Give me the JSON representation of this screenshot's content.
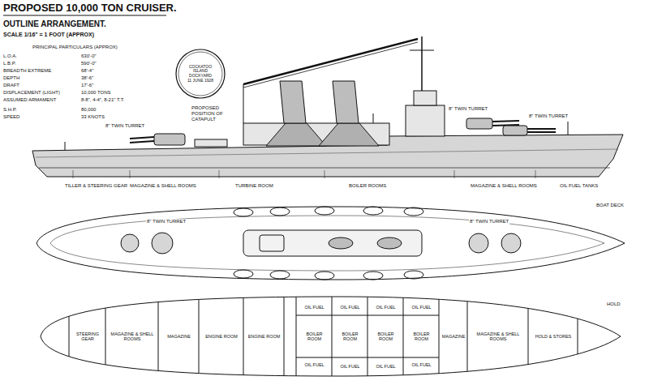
{
  "diagram": {
    "title": "PROPOSED 10,000 TON CRUISER.",
    "nodes": [
      {
        "text": [
          "COCKATOO ISLAND DOCKYARD",
          "11 JUNE 1928"
        ]
      },
      {
        "text": [
          "STEERING GEAR"
        ]
      },
      {
        "text": [
          "MAGAZINE & SHELL ROOMS"
        ]
      },
      {
        "text": [
          "MAGAZINE"
        ]
      },
      {
        "text": [
          "ENGINE ROOM"
        ]
      },
      {
        "text": [
          "ENGINE ROOM"
        ]
      },
      {
        "text": [
          "OIL FUEL"
        ]
      },
      {
        "text": [
          "OIL FUEL"
        ]
      },
      {
        "text": [
          "OIL FUEL"
        ]
      },
      {
        "text": [
          "OIL FUEL"
        ]
      },
      {
        "text": [
          "BOILER ROOM"
        ]
      },
      {
        "text": [
          "BOILER ROOM"
        ]
      },
      {
        "text": [
          "BOILER ROOM"
        ]
      },
      {
        "text": [
          "BOILER ROOM"
        ]
      },
      {
        "text": [
          "OIL FUEL"
        ]
      },
      {
        "text": [
          "OIL FUEL"
        ]
      },
      {
        "text": [
          "OIL FUEL"
        ]
      },
      {
        "text": [
          "OIL FUEL"
        ]
      },
      {
        "text": [
          "MAGAZINE"
        ]
      },
      {
        "text": [
          "MAGAZINE & SHELL ROOMS"
        ]
      },
      {
        "text": [
          "HOLD & STORES"
        ]
      }
    ],
    "labels": [
      "OUTLINE ARRANGEMENT.",
      "SCALE 1/16\" = 1 FOOT (APPROX)",
      "PRINCIPAL PARTICULARS (APPROX)",
      "L.O.A.",
      "630'-0\"",
      "L.B.P.",
      "590'-0\"",
      "BREADTH EXTREME",
      "68'-4\"",
      "DEPTH",
      "38'-6\"",
      "DRAFT",
      "17'-6\"",
      "DISPLACEMENT (LIGHT)",
      "10,000 TONS",
      "ASSUMED ARMAMENT",
      "8-8\", 4-4\", 8-21\" T.T.",
      "S.H.P.",
      "80,000",
      "SPEED",
      "33 KNOTS",
      "8\" TWIN TURRET",
      "PROPOSED POSITION OF CATAPULT",
      "8\" TWIN TURRET",
      "8\" TWIN TURRET",
      "TILLER & STEERING GEAR",
      "MAGAZINE & SHELL ROOMS",
      "TURBINE ROOM",
      "BOILER ROOMS",
      "MAGAZINE & SHELL ROOMS",
      "OIL FUEL TANKS",
      "BOAT DECK",
      "8\" TWIN TURRET",
      "8\" TWIN TURRET",
      "HOLD"
    ]
  }
}
